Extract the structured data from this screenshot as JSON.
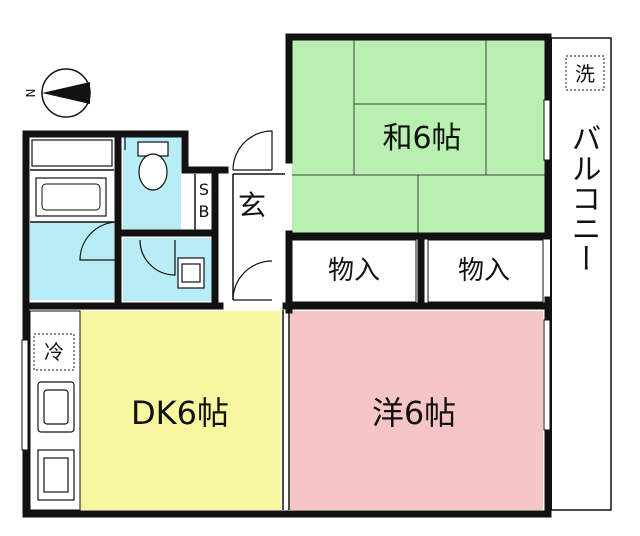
{
  "compass": {
    "label": "N"
  },
  "rooms": {
    "washitsu": {
      "label": "和6帖"
    },
    "genkan": {
      "label": "玄"
    },
    "sb_top": {
      "label": "S"
    },
    "sb_bottom": {
      "label": "B"
    },
    "closet_left": {
      "label": "物入"
    },
    "closet_right": {
      "label": "物入"
    },
    "dk": {
      "label": "DK6帖"
    },
    "yoshitsu": {
      "label": "洋6帖"
    },
    "balcony": {
      "label": "バルコニー"
    }
  },
  "fixtures": {
    "washer": {
      "label": "洗"
    },
    "fridge": {
      "label": "冷"
    }
  },
  "colors": {
    "washitsu": "#b8f0b0",
    "wet_area": "#b8ecf6",
    "dk": "#f7f7a0",
    "yoshitsu": "#f6c6c6",
    "wall": "#111111"
  }
}
